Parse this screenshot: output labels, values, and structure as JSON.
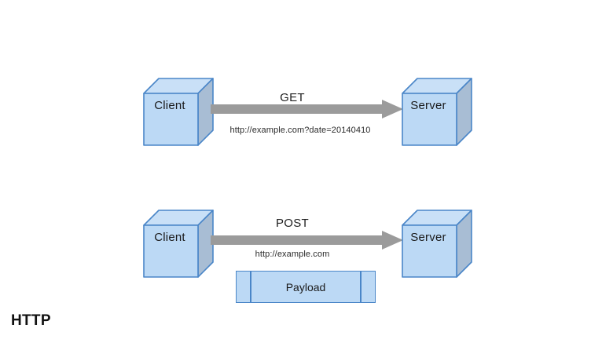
{
  "diagram": {
    "caption": "HTTP",
    "rows": [
      {
        "id": "get-row",
        "client_label": "Client",
        "server_label": "Server",
        "verb": "GET",
        "url": "http://example.com?date=20140410",
        "payload": null
      },
      {
        "id": "post-row",
        "client_label": "Client",
        "server_label": "Server",
        "verb": "POST",
        "url": "http://example.com",
        "payload": {
          "label": "Payload"
        }
      }
    ]
  },
  "colors": {
    "cube_front": "#bcd9f5",
    "cube_top": "#c9e0f7",
    "cube_side": "#a8bdd4",
    "cube_border": "#4a86c8",
    "arrow": "#9b9b9b",
    "text": "#1a1a1a",
    "background": "#ffffff"
  }
}
